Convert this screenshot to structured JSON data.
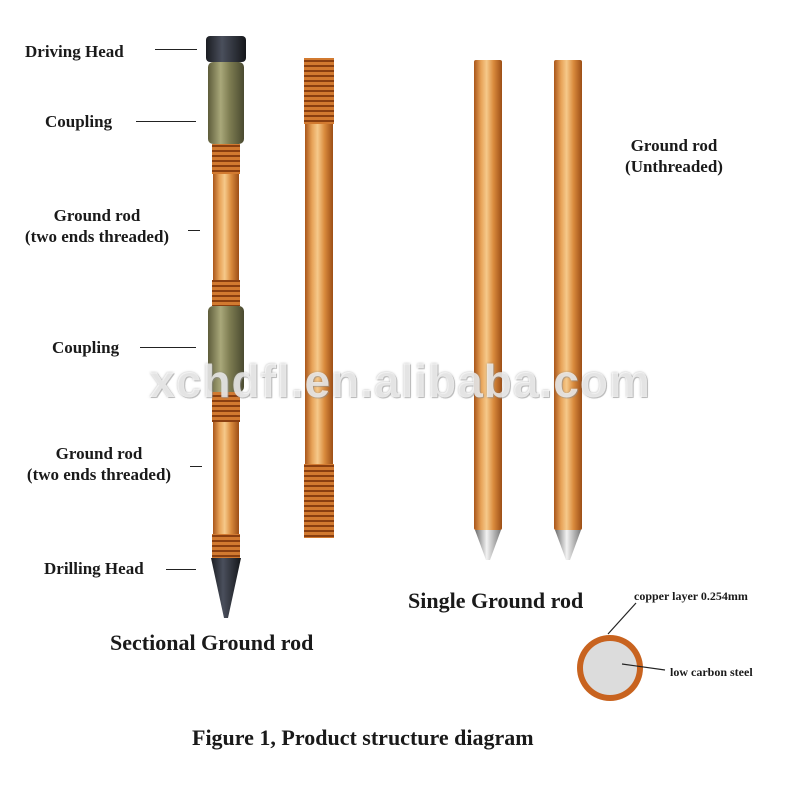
{
  "labels": {
    "driving_head": "Driving Head",
    "coupling_1": "Coupling",
    "ground_rod_1_line1": "Ground rod",
    "ground_rod_1_line2": "(two ends threaded)",
    "coupling_2": "Coupling",
    "ground_rod_2_line1": "Ground rod",
    "ground_rod_2_line2": "(two ends threaded)",
    "drilling_head": "Drilling Head",
    "unthreaded_line1": "Ground rod",
    "unthreaded_line2": "(Unthreaded)",
    "sectional_caption": "Sectional Ground rod",
    "single_caption": "Single Ground rod",
    "copper_layer": "copper layer 0.254mm",
    "low_carbon_steel": "low carbon steel"
  },
  "figure_caption": "Figure 1, Product structure diagram",
  "watermark": "xchdfl.en.alibaba.com",
  "colors": {
    "copper": "#d98a3c",
    "copper_dark": "#a8571c",
    "coupling": "#8f8f5a",
    "head": "#2b2e36",
    "cross_section_ring": "#c8631f",
    "cross_section_core": "#dcdcdc"
  }
}
